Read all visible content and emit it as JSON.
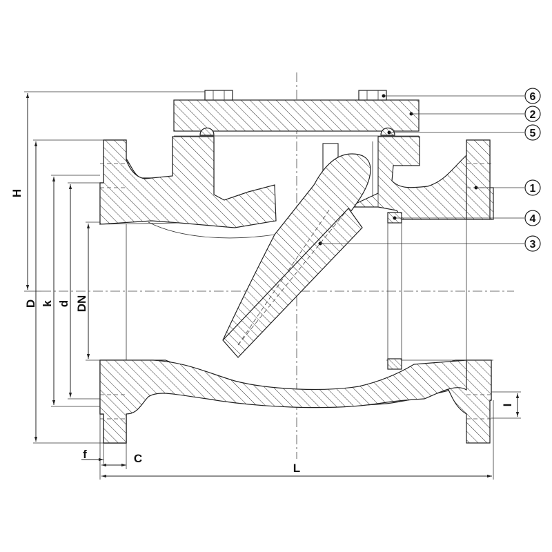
{
  "diagram": {
    "dimensions": {
      "H": "H",
      "D": "D",
      "k": "k",
      "d": "d",
      "DN": "DN",
      "f": "f",
      "C": "C",
      "L": "L",
      "I": "I"
    },
    "callouts": [
      "6",
      "2",
      "5",
      "1",
      "4",
      "3"
    ],
    "line_color": "#222222",
    "background": "#ffffff"
  }
}
